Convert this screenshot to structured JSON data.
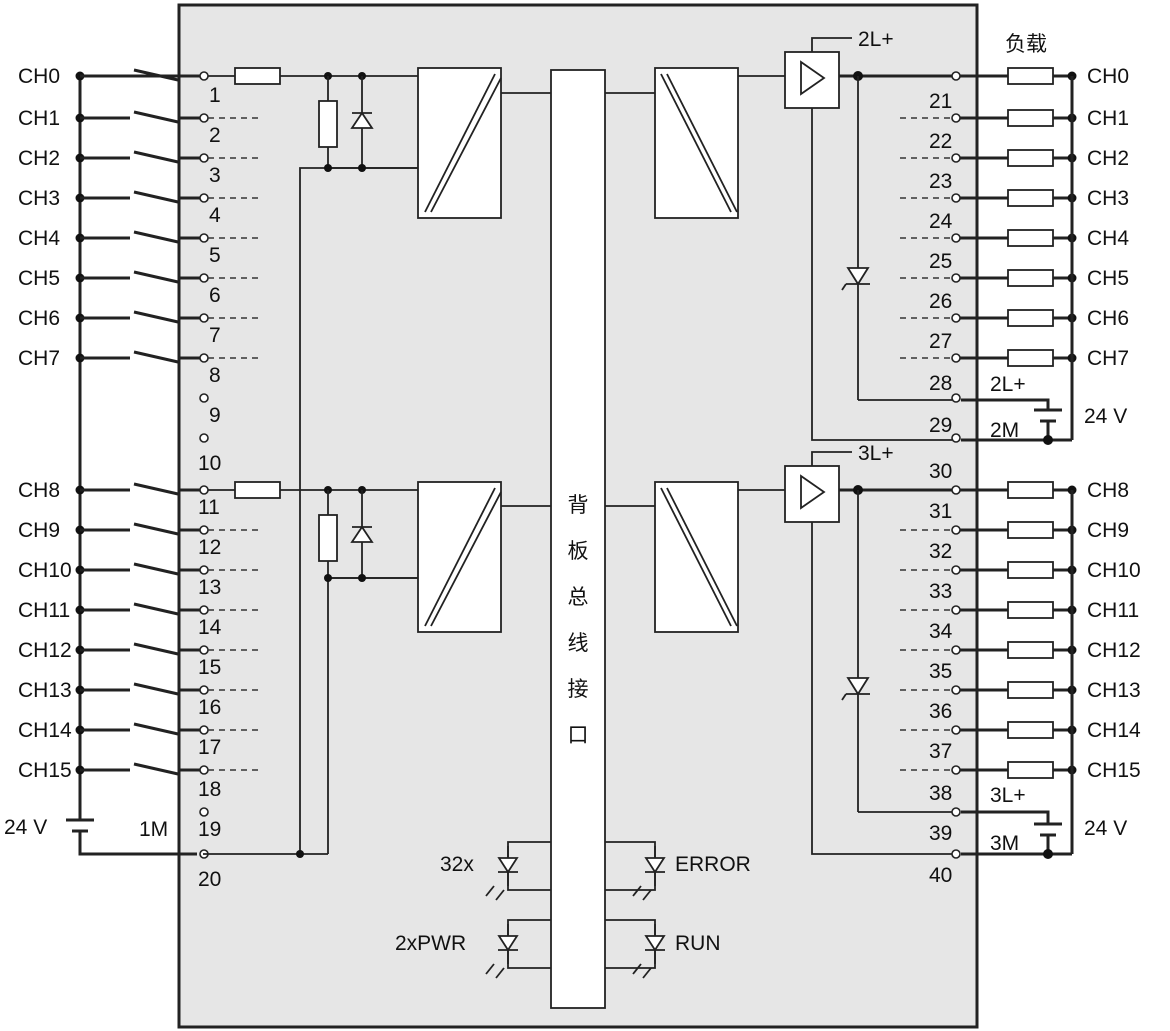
{
  "module": {
    "backplane_label": "背板总线接口",
    "load_label": "负载",
    "led_labels": {
      "channel_status": "32x",
      "power": "2xPWR",
      "error": "ERROR",
      "run": "RUN"
    }
  },
  "inputs": {
    "channels": [
      "CH0",
      "CH1",
      "CH2",
      "CH3",
      "CH4",
      "CH5",
      "CH6",
      "CH7",
      "CH8",
      "CH9",
      "CH10",
      "CH11",
      "CH12",
      "CH13",
      "CH14",
      "CH15"
    ],
    "pin_numbers": [
      "1",
      "2",
      "3",
      "4",
      "5",
      "6",
      "7",
      "8",
      "9",
      "10",
      "11",
      "12",
      "13",
      "14",
      "15",
      "16",
      "17",
      "18",
      "19",
      "20"
    ],
    "supply_voltage": "24 V",
    "ground_label": "1M"
  },
  "outputs": {
    "channels": [
      "CH0",
      "CH1",
      "CH2",
      "CH3",
      "CH4",
      "CH5",
      "CH6",
      "CH7",
      "CH8",
      "CH9",
      "CH10",
      "CH11",
      "CH12",
      "CH13",
      "CH14",
      "CH15"
    ],
    "pin_numbers": [
      "21",
      "22",
      "23",
      "24",
      "25",
      "26",
      "27",
      "28",
      "29",
      "30",
      "31",
      "32",
      "33",
      "34",
      "35",
      "36",
      "37",
      "38",
      "39",
      "40"
    ],
    "group1": {
      "supply": "2L+",
      "ground": "2M",
      "voltage": "24 V"
    },
    "group2": {
      "supply": "3L+",
      "ground": "3M",
      "voltage": "24 V"
    }
  }
}
